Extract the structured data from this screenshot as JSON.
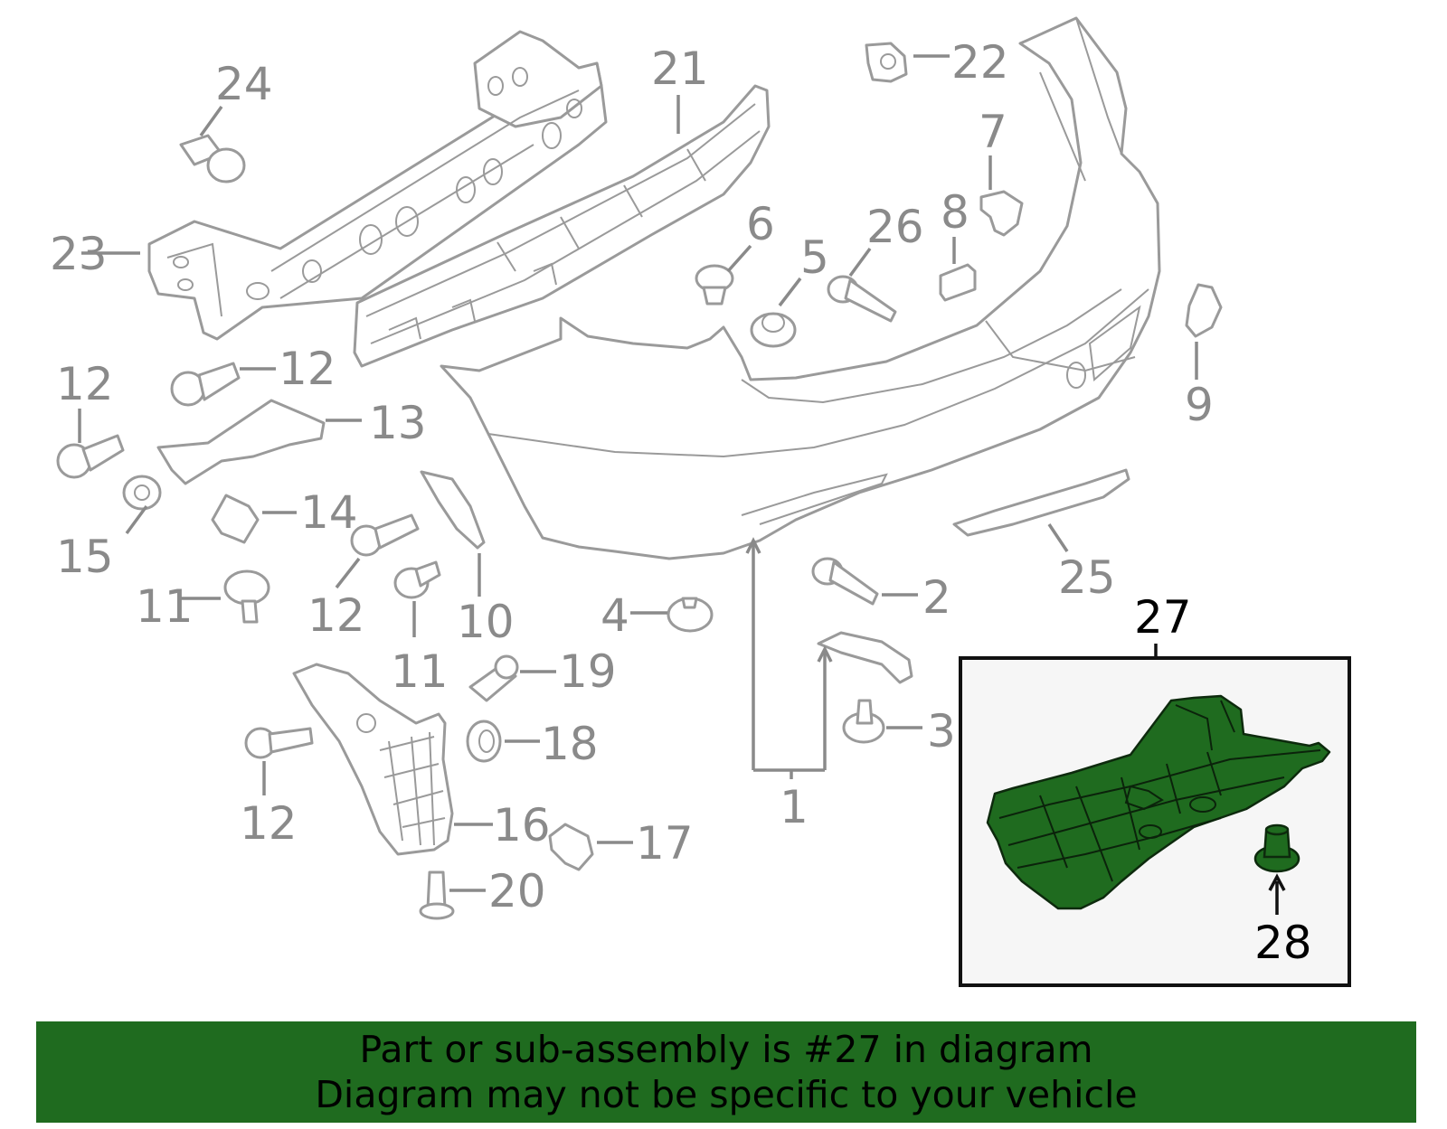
{
  "callouts": {
    "c1": "1",
    "c2": "2",
    "c3": "3",
    "c4": "4",
    "c5": "5",
    "c6": "6",
    "c7": "7",
    "c8": "8",
    "c9": "9",
    "c10": "10",
    "c11a": "11",
    "c11b": "11",
    "c12a": "12",
    "c12b": "12",
    "c12c": "12",
    "c12d": "12",
    "c13": "13",
    "c14": "14",
    "c15": "15",
    "c16": "16",
    "c17": "17",
    "c18": "18",
    "c19": "19",
    "c20": "20",
    "c21": "21",
    "c22": "22",
    "c23": "23",
    "c24": "24",
    "c25": "25",
    "c26": "26",
    "c27": "27",
    "c28": "28"
  },
  "colors": {
    "banner": "#1f6b1f",
    "highlight_part": "#1f6b1f",
    "line_art": "#9a9a9a",
    "callout_text": "#8a8a8a",
    "inset_border": "#111111"
  },
  "banner": {
    "line1": "Part or sub-assembly is #27 in diagram",
    "line2": "Diagram may not be specific to your vehicle"
  }
}
